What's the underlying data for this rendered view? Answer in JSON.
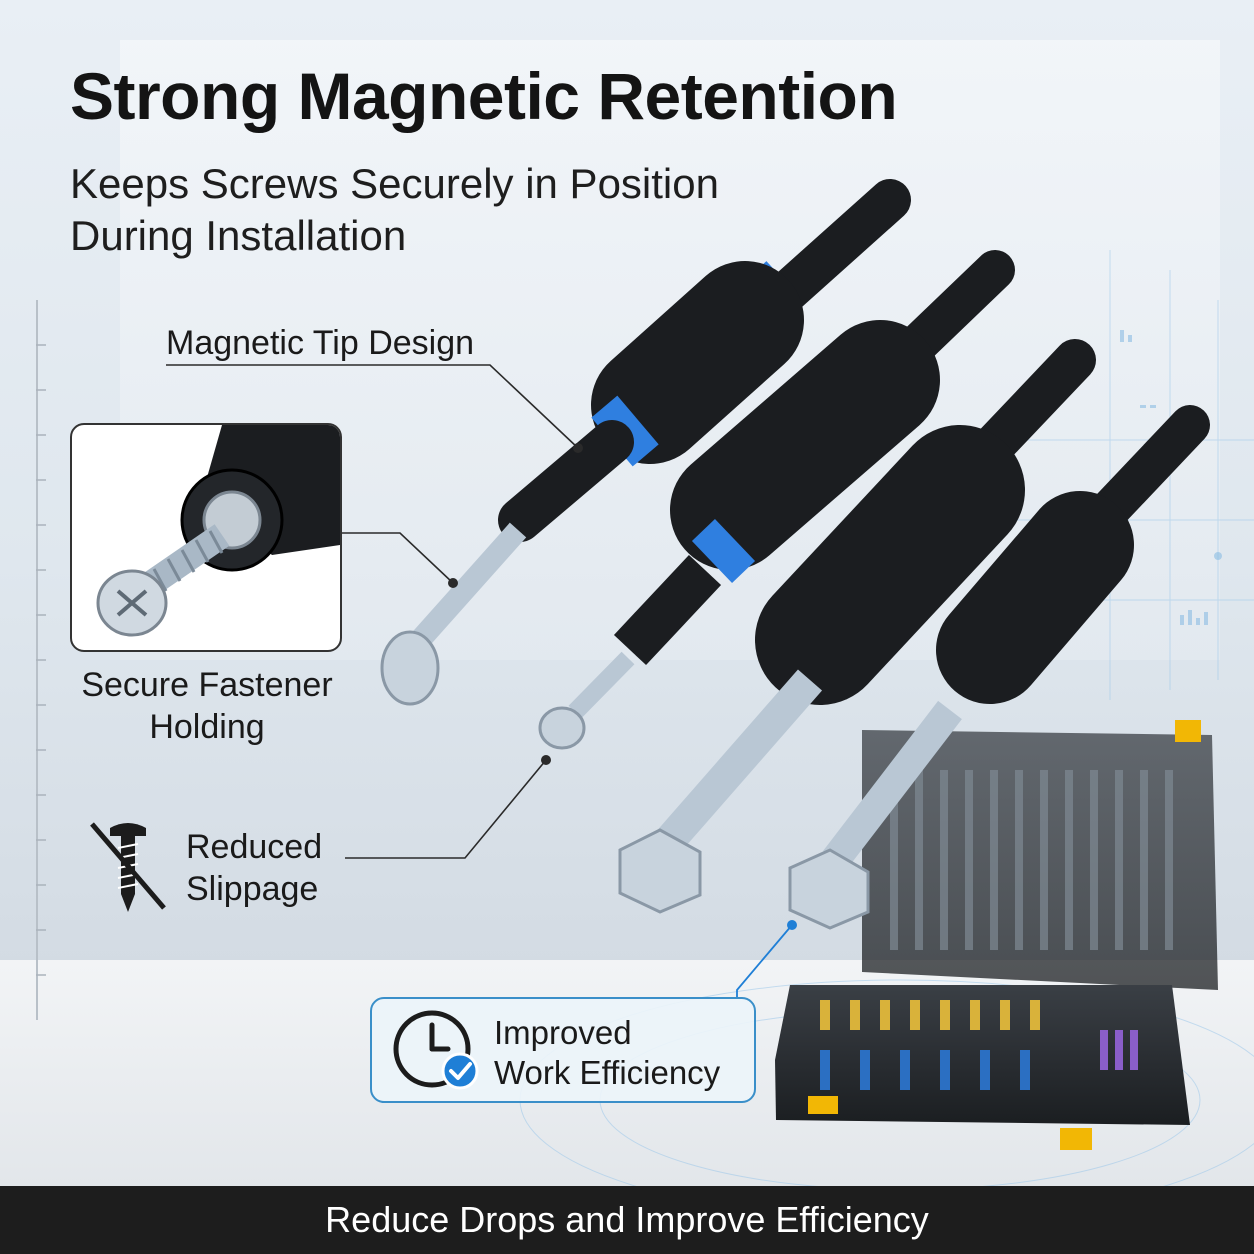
{
  "headline": "Strong Magnetic Retention",
  "subheadline": "Keeps Screws Securely in Position During Installation",
  "callouts": {
    "magnetic_tip": "Magnetic Tip Design",
    "secure_fastener": "Secure Fastener Holding",
    "reduced_slippage": "Reduced Slippage",
    "efficiency_line1": "Improved",
    "efficiency_line2": "Work Efficiency"
  },
  "footer": "Reduce Drops and Improve Efficiency",
  "colors": {
    "accent_blue": "#1f7fd6",
    "band_blue": "#2f7fe0",
    "bit_black": "#1b1d20",
    "case_yellow": "#f2b705",
    "footer_bg": "#1d1d1d",
    "callout_border": "#3a8fc9",
    "screw_steel": "#b9c7d4"
  },
  "icons": {
    "no_slip": "crossed-screw-icon",
    "efficiency": "clock-check-icon"
  }
}
